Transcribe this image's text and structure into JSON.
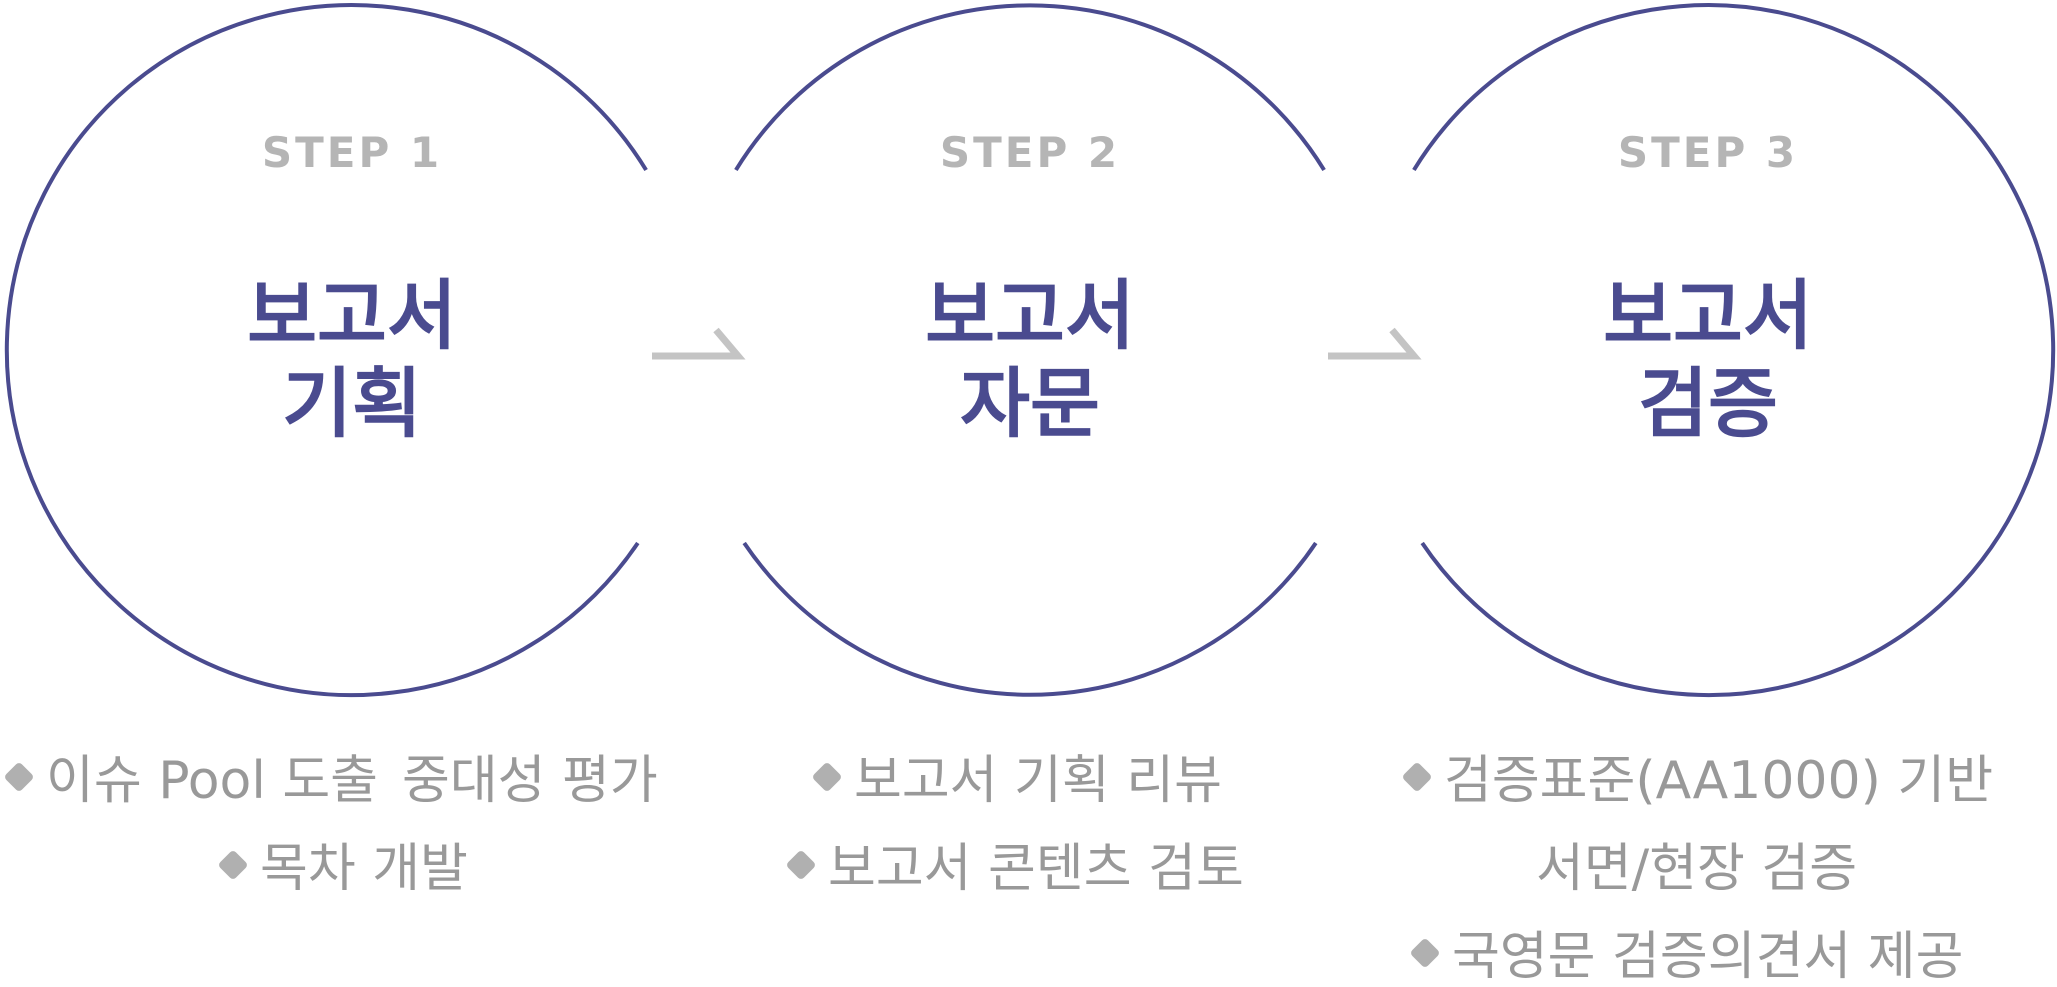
{
  "colors": {
    "circle_stroke": "#4a4b8f",
    "title": "#4a4b8f",
    "step_label": "#b5b5b5",
    "arrow": "#c4c4c4",
    "detail_text": "#999999",
    "bullet": "#b0b0b0"
  },
  "icons": {
    "arrow": "chevron-arrow-right-icon",
    "bullet": "diamond-bullet-icon"
  },
  "steps": [
    {
      "step": "STEP 1",
      "title_line1": "보고서",
      "title_line2": "기획",
      "details": [
        {
          "bullet": true,
          "parts": [
            "이슈 Pool 도출",
            "중대성 평가"
          ]
        },
        {
          "bullet": true,
          "parts": [
            "목차 개발"
          ]
        }
      ]
    },
    {
      "step": "STEP 2",
      "title_line1": "보고서",
      "title_line2": "자문",
      "details": [
        {
          "bullet": true,
          "parts": [
            "보고서 기획 리뷰"
          ]
        },
        {
          "bullet": true,
          "parts": [
            "보고서 콘텐츠 검토"
          ]
        }
      ]
    },
    {
      "step": "STEP 3",
      "title_line1": "보고서",
      "title_line2": "검증",
      "details": [
        {
          "bullet": true,
          "parts": [
            "검증표준(AA1000) 기반"
          ]
        },
        {
          "bullet": false,
          "parts": [
            "서면/현장 검증"
          ]
        },
        {
          "bullet": true,
          "parts": [
            "국영문 검증의견서 제공"
          ]
        }
      ]
    }
  ]
}
